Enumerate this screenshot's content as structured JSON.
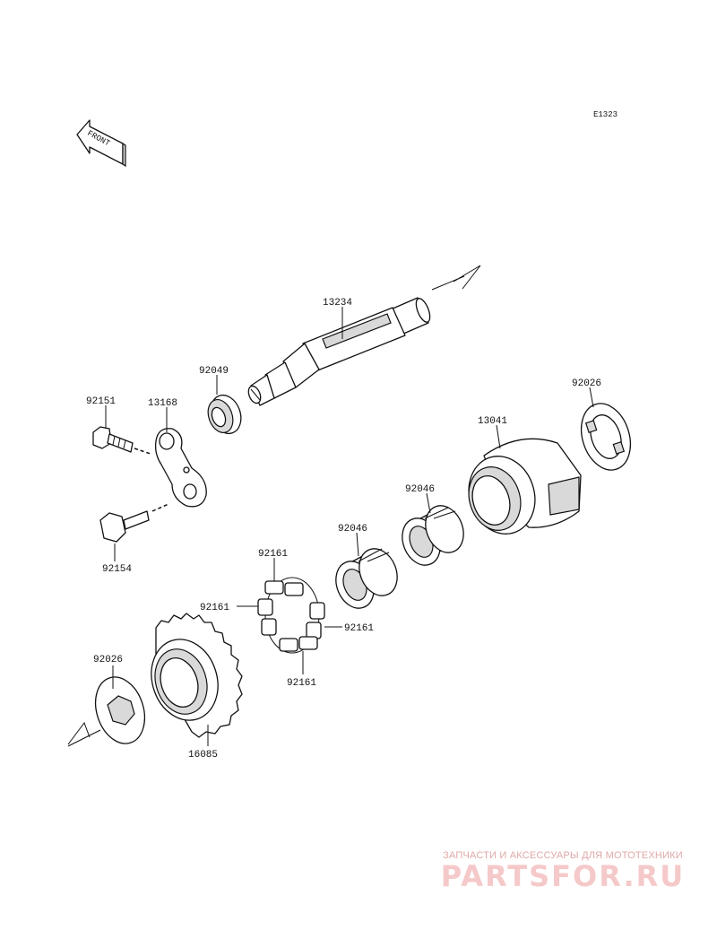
{
  "diagram": {
    "code": "E1323",
    "front_marker": "FRONT",
    "colors": {
      "ink": "#111111",
      "shade": "#d9d9d9",
      "watermark": "#f5c9c9"
    }
  },
  "parts": [
    {
      "key": "shaft",
      "number": "13234"
    },
    {
      "key": "seal",
      "number": "92049"
    },
    {
      "key": "bolt-top",
      "number": "92151"
    },
    {
      "key": "lever",
      "number": "13168"
    },
    {
      "key": "bolt-bottom",
      "number": "92154"
    },
    {
      "key": "washer-right",
      "number": "92026"
    },
    {
      "key": "hub",
      "number": "13041"
    },
    {
      "key": "bearing-right",
      "number": "92046"
    },
    {
      "key": "bearing-left",
      "number": "92046"
    },
    {
      "key": "damper-top",
      "number": "92161"
    },
    {
      "key": "damper-left",
      "number": "92161"
    },
    {
      "key": "damper-right",
      "number": "92161"
    },
    {
      "key": "damper-bottom",
      "number": "92161"
    },
    {
      "key": "washer-left",
      "number": "92026"
    },
    {
      "key": "gear",
      "number": "16085"
    }
  ],
  "watermark": {
    "tagline": "ЗАПЧАСТИ И АКСЕССУАРЫ ДЛЯ МОТОТЕХНИКИ",
    "brand": "PARTSFOR.RU"
  }
}
